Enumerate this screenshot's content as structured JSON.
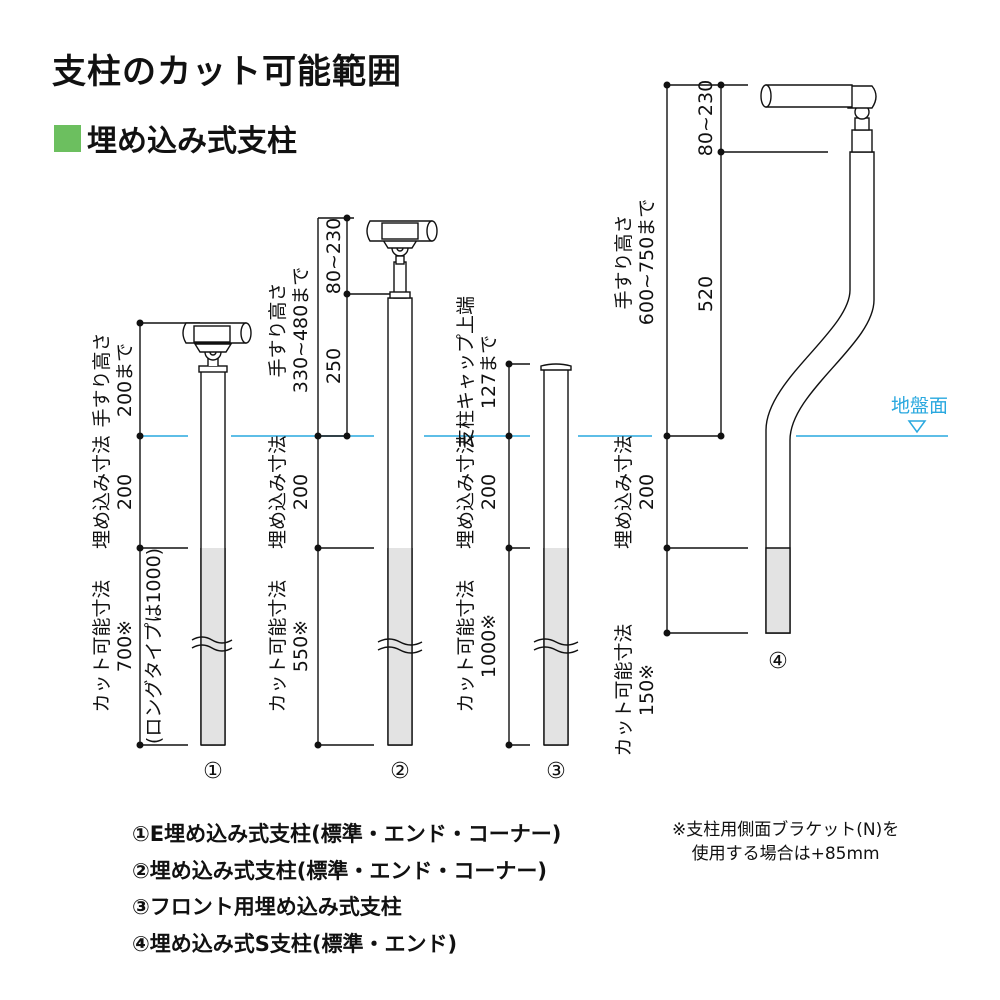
{
  "title": "支柱のカット可能範囲",
  "subtitle": "埋め込み式支柱",
  "colors": {
    "ground_line": "#29a8df",
    "cut_area": "#e3e3e3",
    "accent_square": "#6cbf5f"
  },
  "ground_label": "地盤面",
  "posts": [
    {
      "number": "①",
      "handrail_height": [
        "手すり高さ",
        "200まで"
      ],
      "embed": [
        "埋め込み寸法",
        "200"
      ],
      "cut": [
        "カット可能寸法",
        "700※",
        "(ロングタイプは1000)"
      ]
    },
    {
      "number": "②",
      "top": "80~230",
      "mid": "250",
      "handrail_height": [
        "手すり高さ",
        "330~480まで"
      ],
      "embed": [
        "埋め込み寸法",
        "200"
      ],
      "cut": [
        "カット可能寸法",
        "550※"
      ]
    },
    {
      "number": "③",
      "cap_height": [
        "支柱キャップ上端",
        "127まで"
      ],
      "embed": [
        "埋め込み寸法",
        "200"
      ],
      "cut": [
        "カット可能寸法",
        "1000※"
      ]
    },
    {
      "number": "④",
      "top": "80~230",
      "mid": "520",
      "handrail_height": [
        "手すり高さ",
        "600~750まで"
      ],
      "embed": [
        "埋め込み寸法",
        "200"
      ],
      "cut": [
        "カット可能寸法",
        "150※"
      ]
    }
  ],
  "legend": [
    "①E埋め込み式支柱(標準・エンド・コーナー)",
    "②埋め込み式支柱(標準・エンド・コーナー)",
    "③フロント用埋め込み式支柱",
    "④埋め込み式S支柱(標準・エンド)"
  ],
  "note": [
    "※支柱用側面ブラケット(N)を",
    "使用する場合は+85mm"
  ]
}
